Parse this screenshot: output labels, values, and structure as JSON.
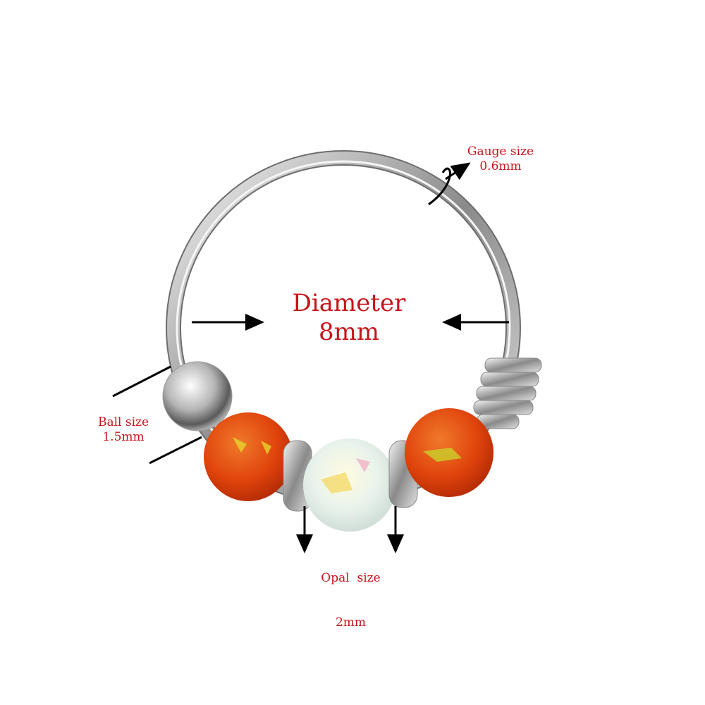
{
  "annotations": {
    "diameter": {
      "title": "Diameter",
      "value": "8mm"
    },
    "gauge": {
      "title": "Gauge size",
      "value": "0.6mm"
    },
    "ball": {
      "title": "Ball size",
      "value": "1.5mm"
    },
    "opal": {
      "title": "Opal  size",
      "value": "2mm"
    }
  },
  "colors": {
    "label": "#c8141c",
    "orange_opal": "#e2460e",
    "white_opal": "#eef3ef",
    "silver": "#c9c9c9"
  }
}
